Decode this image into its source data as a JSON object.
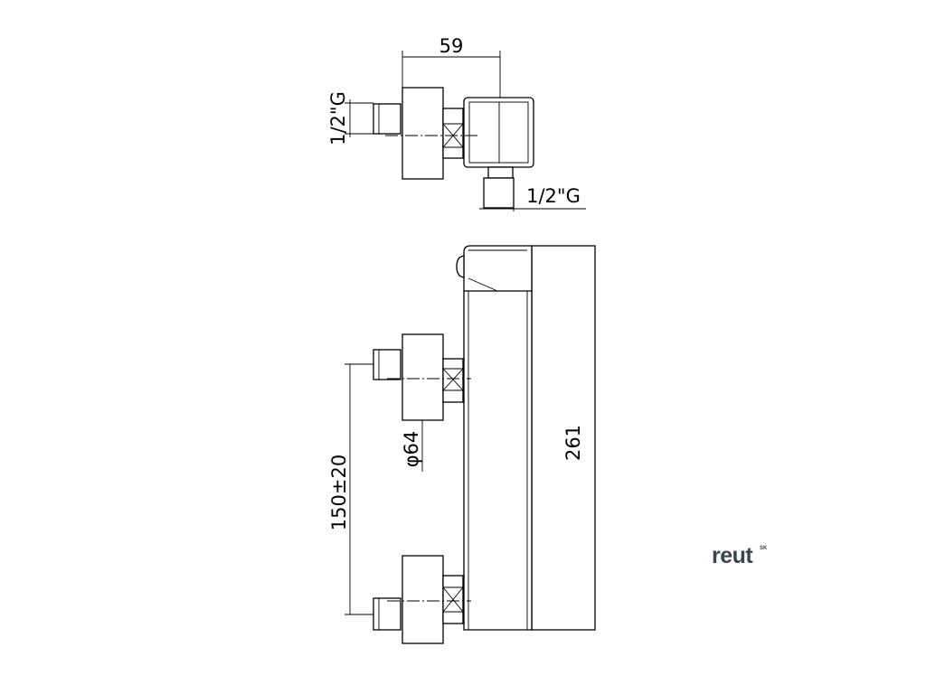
{
  "top_view": {
    "width_dim": "59",
    "inlet_thread": "1/2\"G",
    "outlet_thread": "1/2\"G"
  },
  "front_view": {
    "height_dim": "261",
    "escutcheon_diameter": "φ64",
    "inlet_spacing": "150±20"
  },
  "logo": {
    "name": "reut",
    "suffix": "SK",
    "color": "#3a4454"
  },
  "colors": {
    "line": "#000000",
    "background": "#ffffff"
  }
}
